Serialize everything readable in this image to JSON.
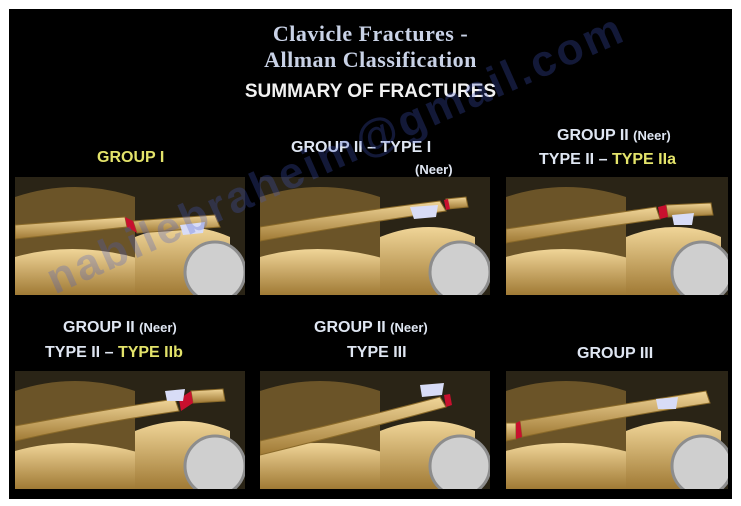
{
  "title_line1": "Clavicle Fractures -",
  "title_line2": "Allman Classification",
  "subtitle": "SUMMARY OF FRACTURES",
  "panels": [
    {
      "line1": "GROUP I"
    },
    {
      "line1a": "GROUP II",
      "dash": "–",
      "line1b": "TYPE I",
      "line2": "(Neer)"
    },
    {
      "line1a": "GROUP II",
      "line1b": "(Neer)",
      "line2a": "TYPE II",
      "dash": "–",
      "line2b": "TYPE IIa"
    },
    {
      "line1a": "GROUP II",
      "line1b": "(Neer)",
      "line2a": "TYPE II",
      "dash": "–",
      "line2b": "TYPE IIb"
    },
    {
      "line1a": "GROUP II",
      "line1b": "(Neer)",
      "line2": "TYPE III"
    },
    {
      "line1": "GROUP III"
    }
  ],
  "watermark": "nabilebraheim@gmail.com",
  "colors": {
    "background": "#000000",
    "title": "#c9d2e6",
    "label_white": "#dfe6f2",
    "label_yellow": "#e3e36a",
    "bone": "#d9b66a",
    "fracture": "#c8102e"
  }
}
